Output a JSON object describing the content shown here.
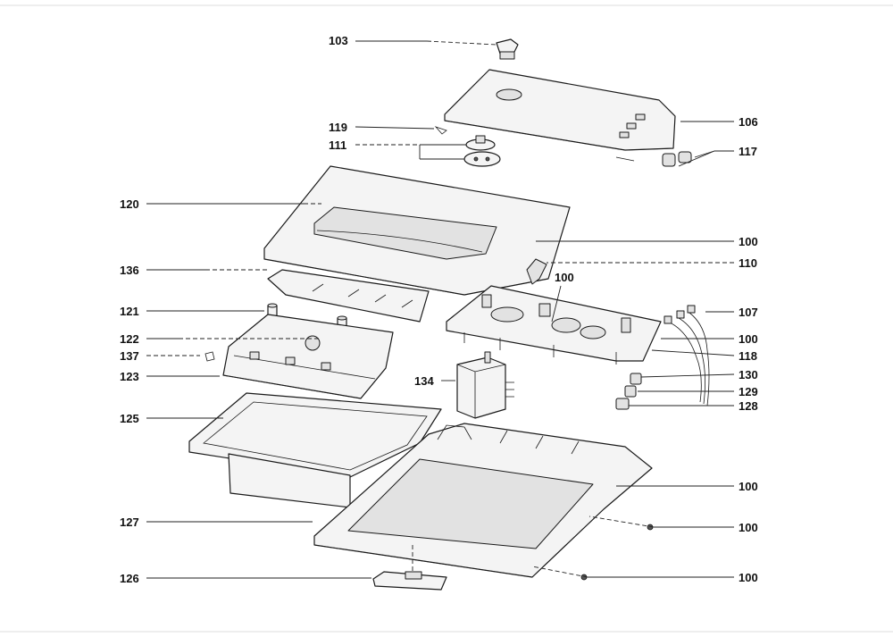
{
  "labels": {
    "l103": "103",
    "l106": "106",
    "l119": "119",
    "l111": "111",
    "l117": "117",
    "l120": "120",
    "l100a": "100",
    "l110": "110",
    "l136": "136",
    "l100b": "100",
    "l121": "121",
    "l107": "107",
    "l122": "122",
    "l100c": "100",
    "l137": "137",
    "l118": "118",
    "l123": "123",
    "l134": "134",
    "l130": "130",
    "l129": "129",
    "l128": "128",
    "l125": "125",
    "l100d": "100",
    "l127": "127",
    "l100e": "100",
    "l126": "126",
    "l100f": "100"
  }
}
